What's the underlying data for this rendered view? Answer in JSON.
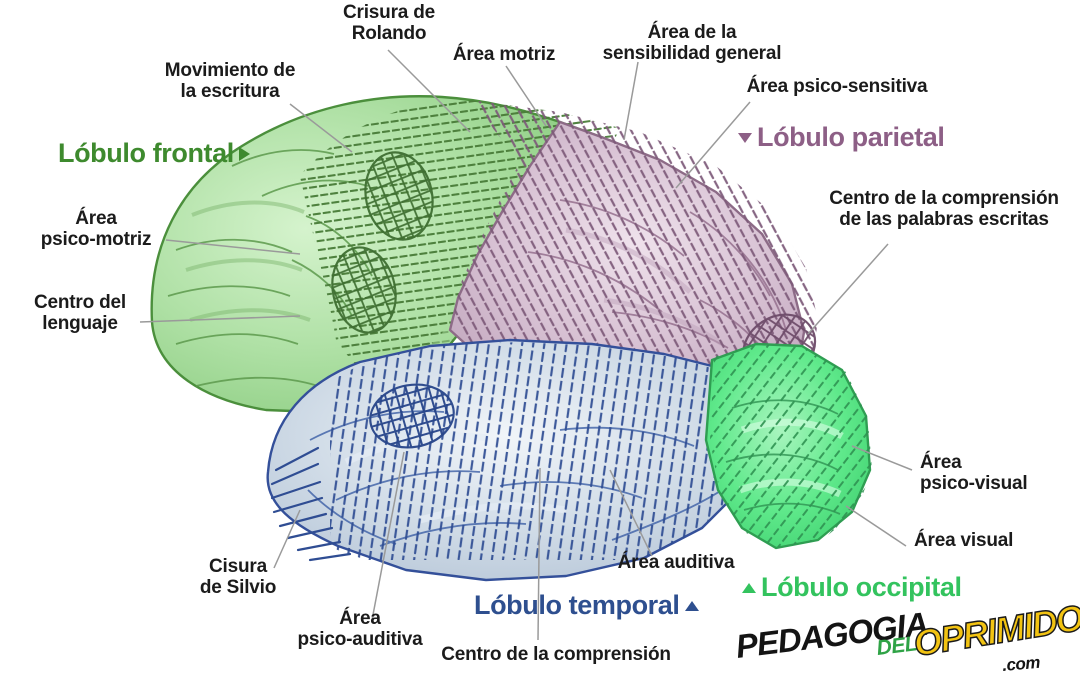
{
  "diagram": {
    "subject": "Lateral view of the human brain showing functional areas and lobes",
    "language": "es"
  },
  "lobes": [
    {
      "key": "frontal",
      "label": "Lóbulo frontal",
      "marker": "triangle-right",
      "color": "#3e8a2e",
      "fill": "#a9dfa0"
    },
    {
      "key": "parietal",
      "label": "Lóbulo parietal",
      "marker": "triangle-down",
      "color": "#8d5f86",
      "fill": "#d6bfd2"
    },
    {
      "key": "temporal",
      "label": "Lóbulo temporal",
      "marker": "triangle-up",
      "color": "#2e4f8f",
      "fill": "#ccd8e4"
    },
    {
      "key": "occipital",
      "label": "Lóbulo occipital",
      "marker": "triangle-up",
      "color": "#33c35e",
      "fill": "#5eea8a"
    }
  ],
  "labels": {
    "movimiento_escritura": "Movimiento de\nla escritura",
    "crisura_rolando": "Crisura de\nRolando",
    "area_motriz": "Área motriz",
    "area_sensibilidad_general": "Área de la\nsensibilidad general",
    "area_psico_sensitiva": "Área psico-sensitiva",
    "centro_comprension_palabras": "Centro de la comprensión\nde las palabras escritas",
    "area_psico_motriz": "Área\npsico-motriz",
    "centro_lenguaje": "Centro del\nlenguaje",
    "cisura_silvio": "Cisura\nde Silvio",
    "area_psico_auditiva": "Área\npsico-auditiva",
    "centro_comprension": "Centro de la comprensión",
    "area_auditiva": "Área auditiva",
    "area_psico_visual": "Área\npsico-visual",
    "area_visual": "Área visual"
  },
  "watermark": {
    "word1": "PEDAGOGIA",
    "word2": "DEL",
    "word3": "OPRIMIDO",
    "word4": ".com",
    "colors": {
      "word1": "#141414",
      "word2": "#2fa346",
      "word3": "#f2c312",
      "word4": "#141414"
    }
  },
  "palette": {
    "background": "#ffffff",
    "frontal_fill": "#a9dfa0",
    "frontal_stroke": "#4b8f3c",
    "parietal_fill": "#d6bfd2",
    "parietal_stroke": "#8d6b87",
    "temporal_fill": "#ccd8e4",
    "temporal_stroke": "#34509a",
    "occipital_fill": "#5eea8a",
    "occipital_stroke": "#2f9e52",
    "leader_line": "#9a9a9a",
    "label_text": "#1b1b1b"
  }
}
